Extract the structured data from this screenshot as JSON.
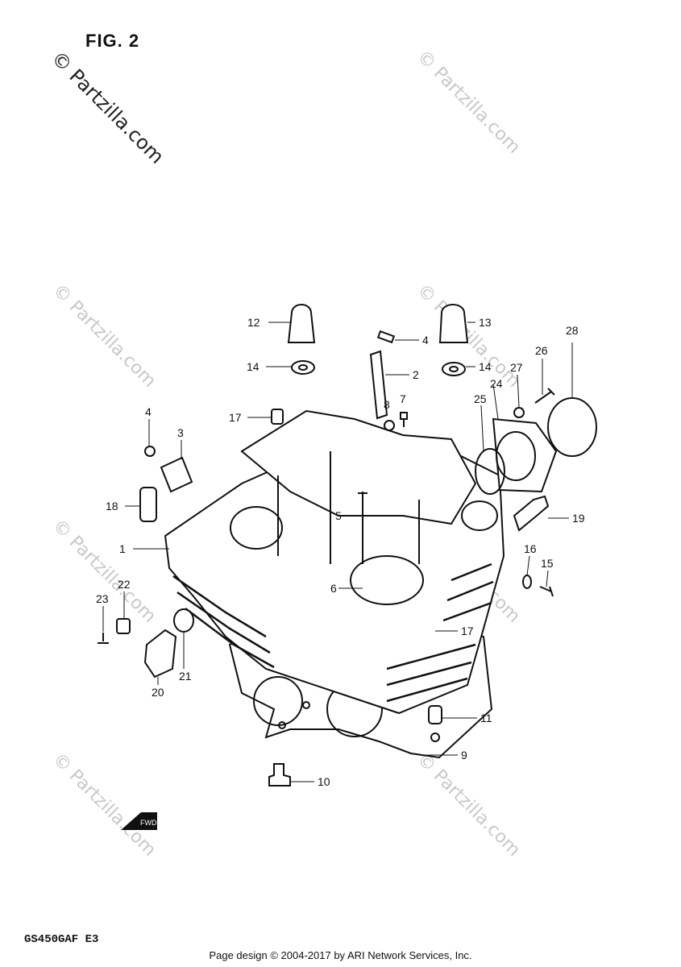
{
  "figure_label": "FIG. 2",
  "watermark_text": "© Partzilla.com",
  "model_code": "GS450GAF E3",
  "footer_text": "Page design © 2004-2017 by ARI Network Services, Inc.",
  "fwd_label": "FWD",
  "callouts": {
    "c1": "1",
    "c2": "2",
    "c3": "3",
    "c4a": "4",
    "c4b": "4",
    "c5": "5",
    "c6": "6",
    "c7": "7",
    "c8": "8",
    "c9": "9",
    "c10": "10",
    "c11": "11",
    "c12": "12",
    "c13": "13",
    "c14a": "14",
    "c14b": "14",
    "c15": "15",
    "c16": "16",
    "c17a": "17",
    "c17b": "17",
    "c18": "18",
    "c19": "19",
    "c20": "20",
    "c21": "21",
    "c22": "22",
    "c23": "23",
    "c24": "24",
    "c25": "25",
    "c26": "26",
    "c27": "27",
    "c28": "28"
  }
}
